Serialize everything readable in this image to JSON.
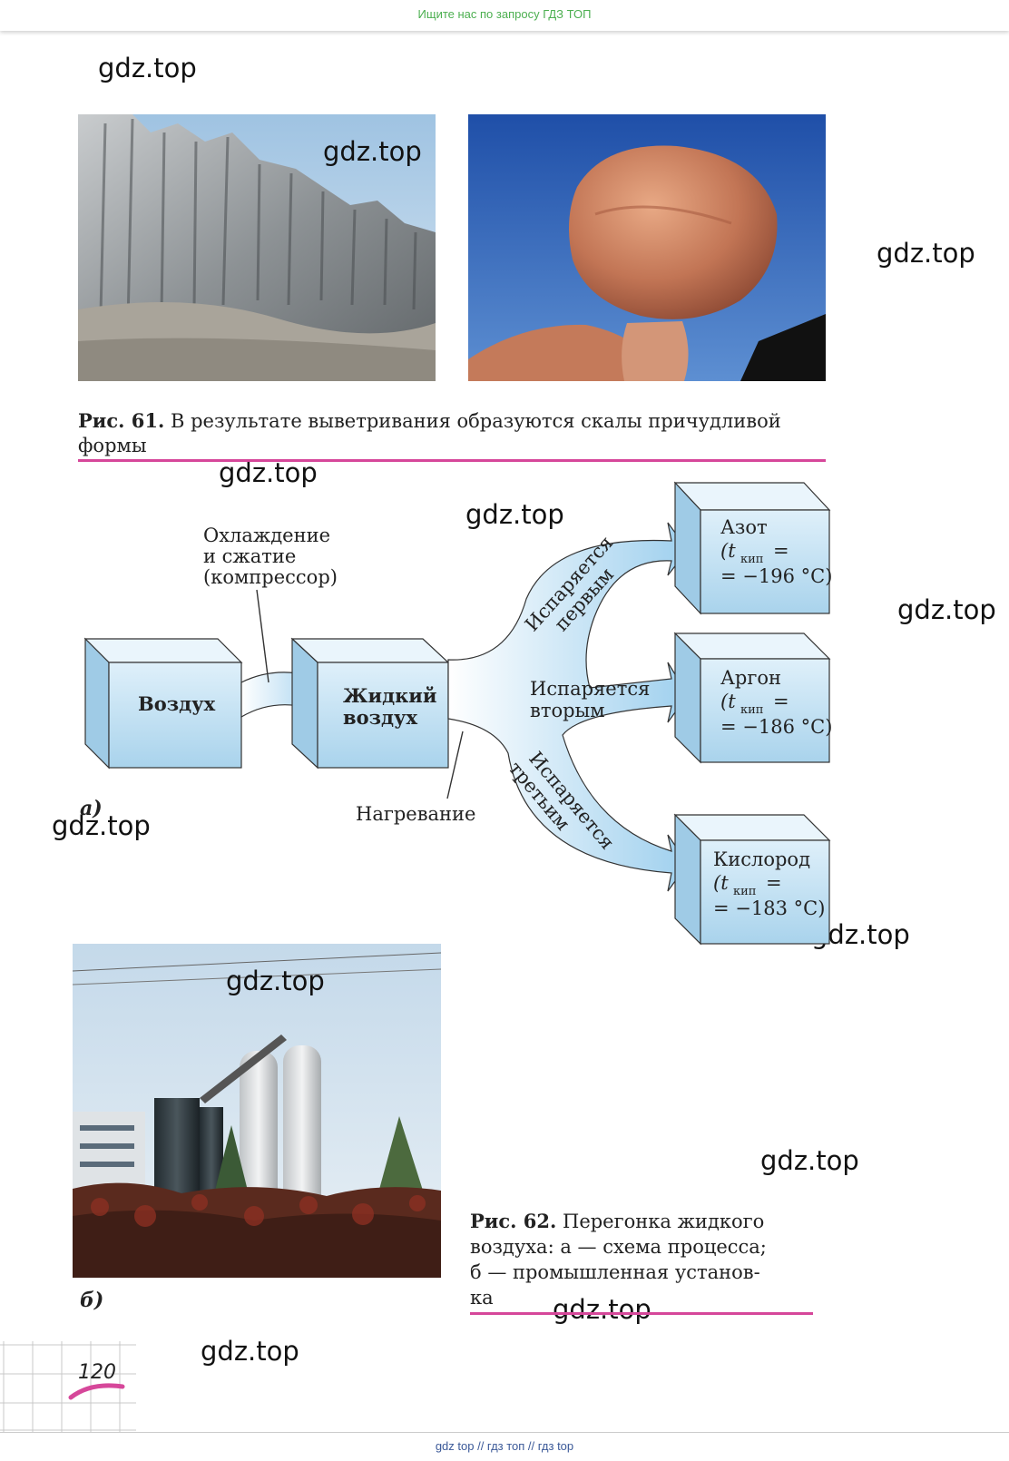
{
  "top_banner": "Ищите нас по запросу ГДЗ ТОП",
  "watermarks": [
    "gdz.top",
    "gdz.top",
    "gdz.top",
    "gdz.top",
    "gdz.top",
    "gdz.top",
    "gdz.top",
    "gdz.top",
    "gdz.top",
    "gdz.top",
    "gdz.top",
    "gdz.top"
  ],
  "fig61": {
    "label": "Рис. 61.",
    "text": "В результате выветривания образуются скалы причудливой формы"
  },
  "diagram": {
    "air": "Воздух",
    "liquid_air_1": "Жидкий",
    "liquid_air_2": "воздух",
    "cooling_1": "Охлаждение",
    "cooling_2": "и сжатие",
    "cooling_3": "(компрессор)",
    "heating": "Нагревание",
    "evap_first_1": "Испаряется",
    "evap_first_2": "первым",
    "evap_second_1": "Испаряется",
    "evap_second_2": "вторым",
    "evap_third_1": "Испаряется",
    "evap_third_2": "третьим",
    "nitrogen": "Азот",
    "nitrogen_t1": "(t",
    "nitrogen_sub": "кип",
    "nitrogen_eq": "=",
    "nitrogen_t2": "= −196 °С)",
    "argon": "Аргон",
    "argon_t1": "(t",
    "argon_sub": "кип",
    "argon_eq": "=",
    "argon_t2": "= −186 °С)",
    "oxygen": "Кислород",
    "oxygen_t1": "(t",
    "oxygen_sub": "кип",
    "oxygen_eq": "=",
    "oxygen_t2": "= −183 °С)",
    "label_a": "а)"
  },
  "label_b": "б)",
  "fig62": {
    "label": "Рис. 62.",
    "line1": "Перегонка жидкого",
    "line2": "воздуха: а — схема процесса;",
    "line3": "б — промышленная установ-",
    "line4": "ка"
  },
  "page_number": "120",
  "footer": "gdz top  //  гдз топ  //  гдз top",
  "colors": {
    "banner_text": "#4caf50",
    "rule": "#d6479a",
    "box_face": "#cde6f6",
    "box_top": "#e6f3fb",
    "box_side": "#9fcbe6"
  }
}
